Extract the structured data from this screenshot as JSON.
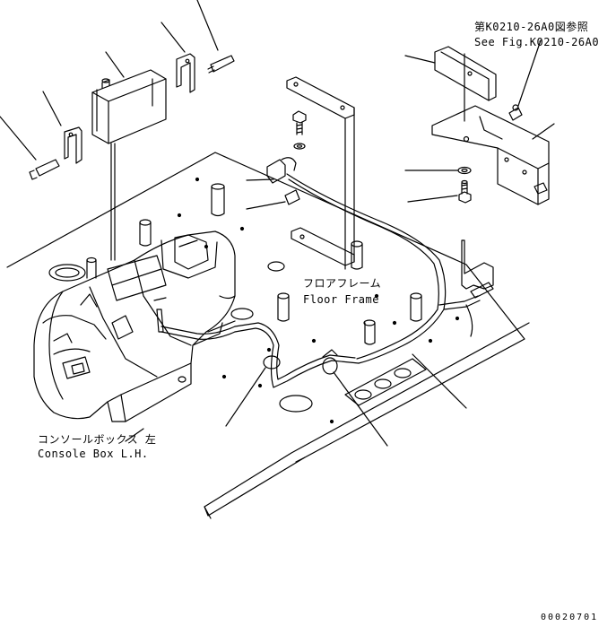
{
  "labels": {
    "reference_jp": "第K0210-26A0図参照",
    "reference_en": "See Fig.K0210-26A0",
    "floor_frame_jp": "フロアフレーム",
    "floor_frame_en": "Floor Frame",
    "console_box_jp": "コンソールボックス 左",
    "console_box_en": "Console Box L.H.",
    "drawing_number": "00020701"
  },
  "colors": {
    "line": "#000000",
    "background": "#ffffff"
  }
}
